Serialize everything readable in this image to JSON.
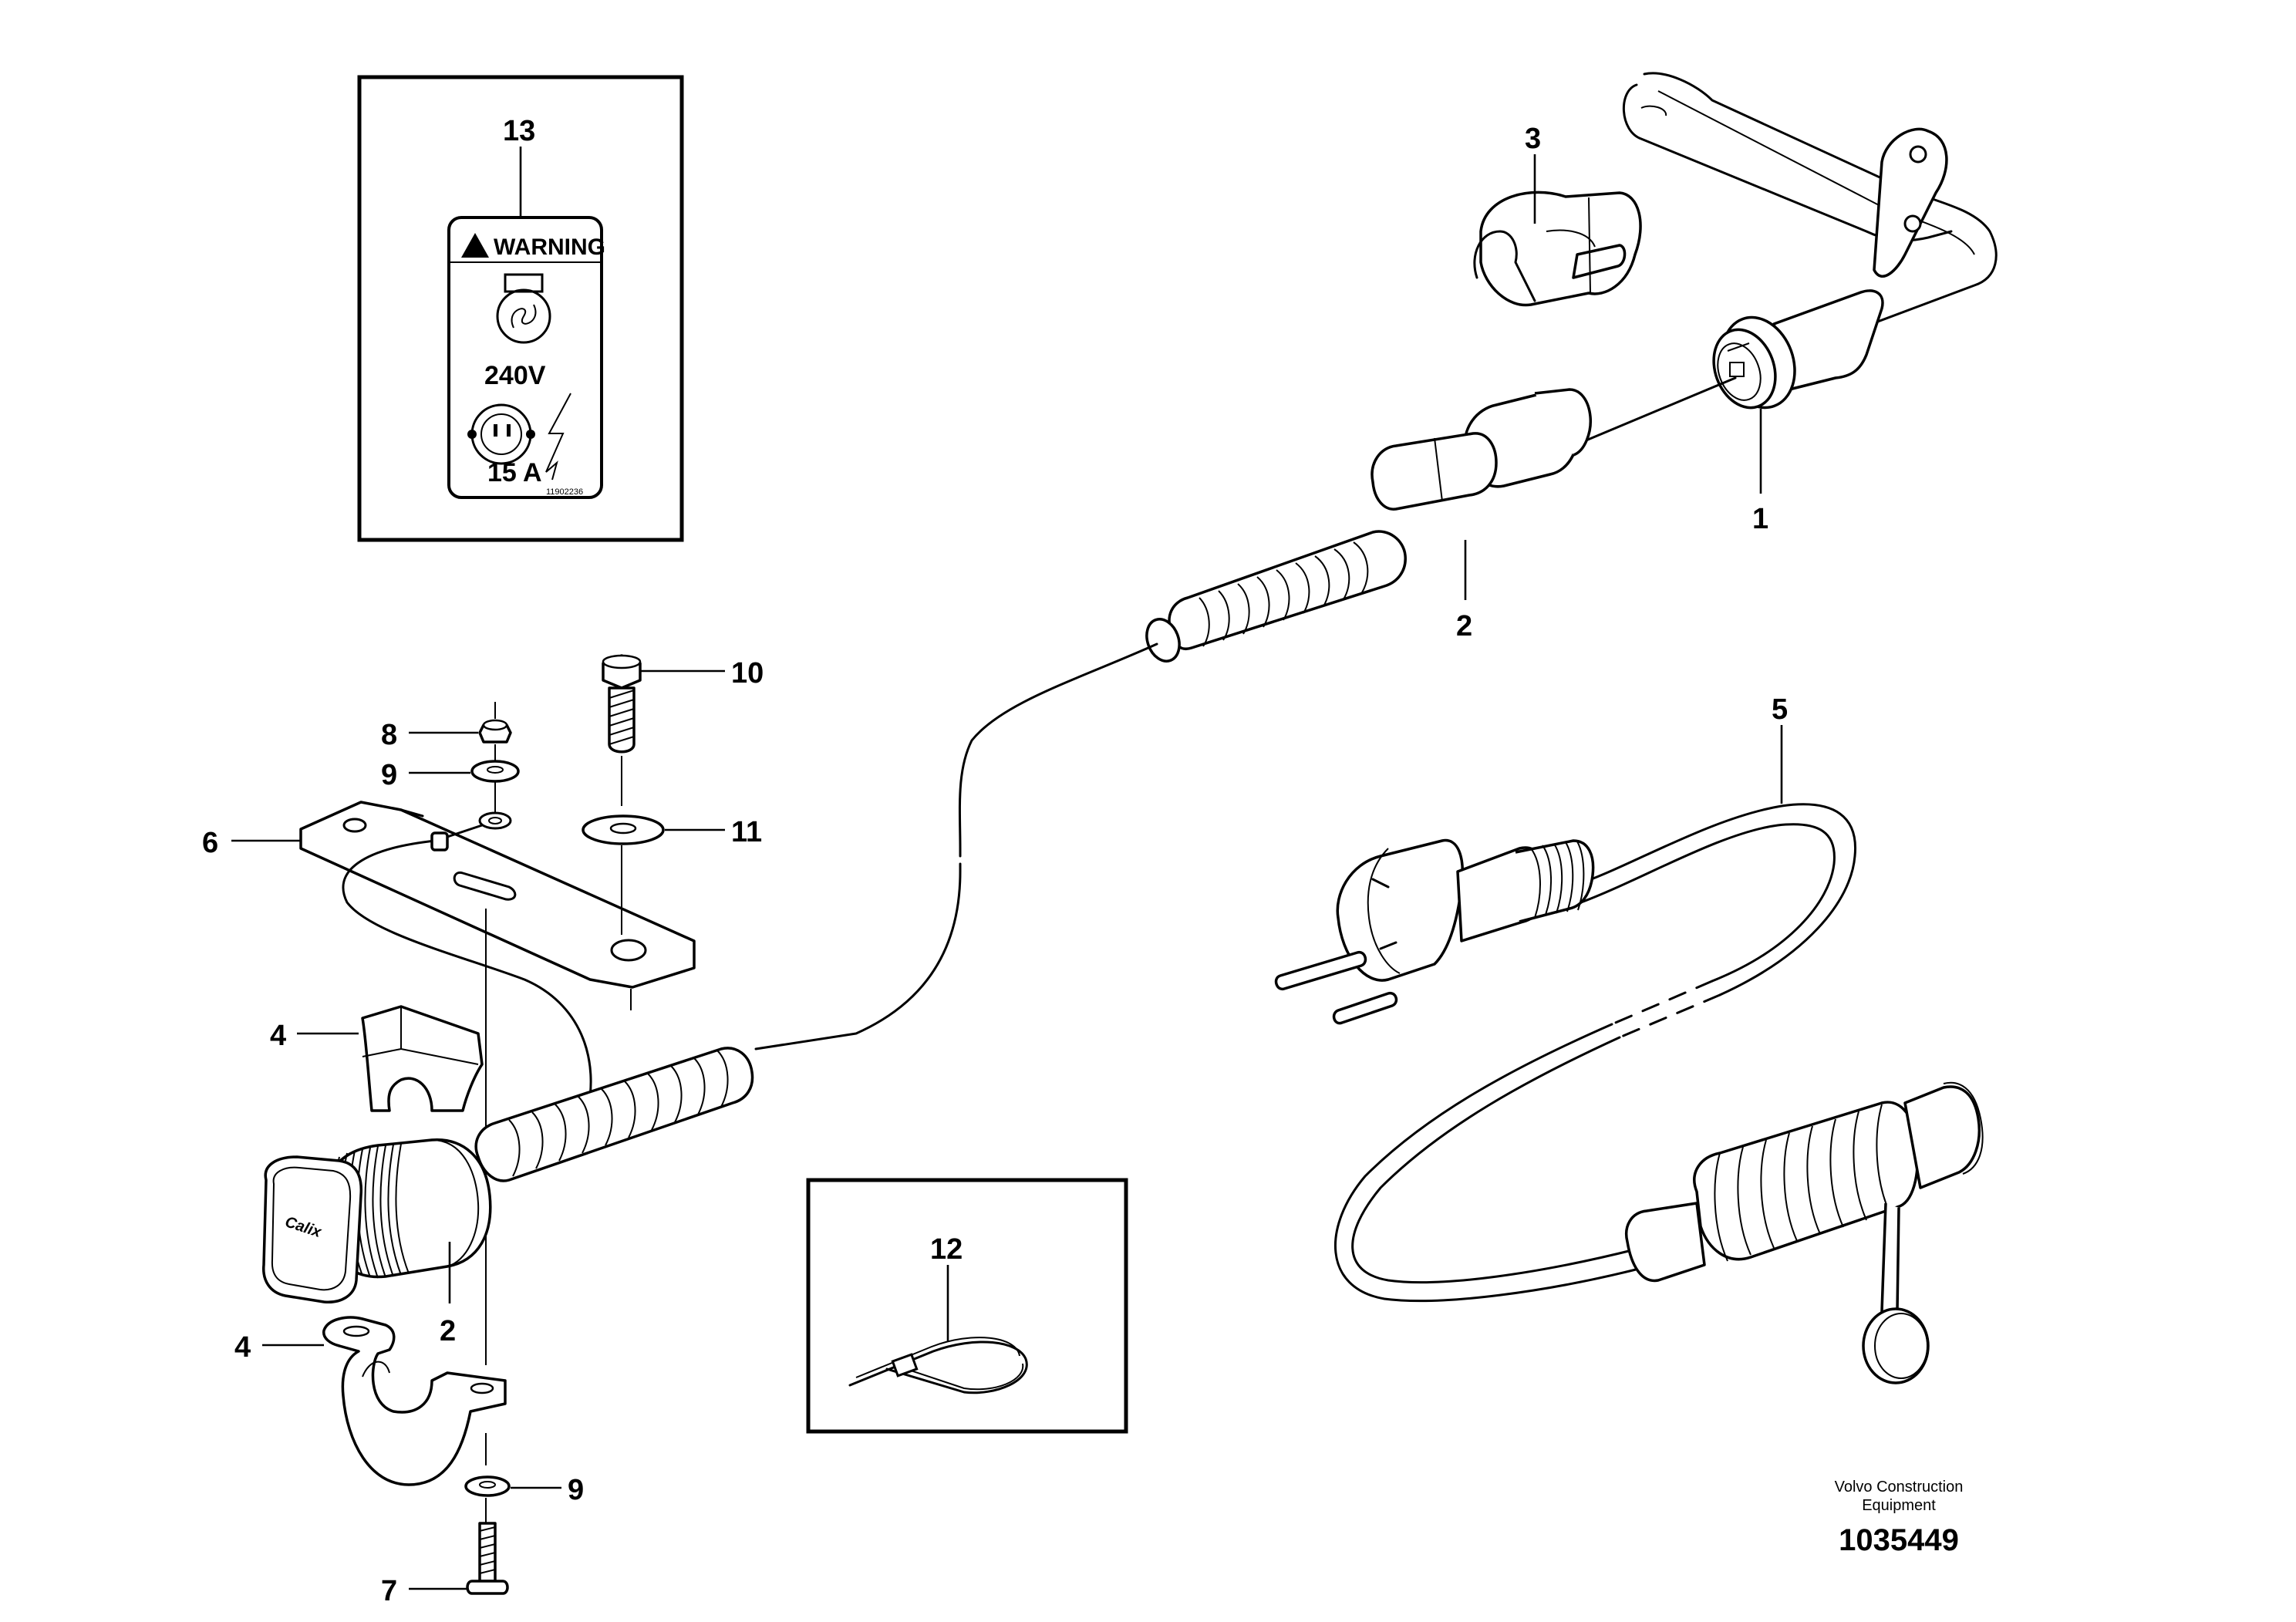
{
  "callouts": [
    "1",
    "2",
    "3",
    "4",
    "5",
    "6",
    "7",
    "8",
    "9",
    "10",
    "11",
    "12",
    "13"
  ],
  "callout_dup": {
    "two_b": "2",
    "four_b": "4",
    "nine_b": "9"
  },
  "decal": {
    "warning": "WARNING",
    "voltage": "240V",
    "amperage": "15 A",
    "code": "11902236"
  },
  "connector_brand": "Calix",
  "footer": {
    "company_line1": "Volvo Construction",
    "company_line2": "Equipment",
    "doc_number": "1035449"
  }
}
